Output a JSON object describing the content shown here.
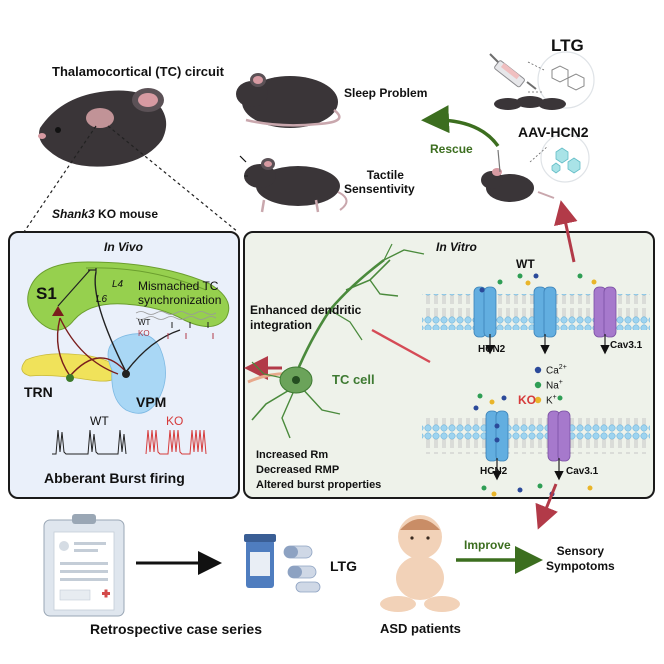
{
  "top": {
    "tc_circuit_title": "Thalamocortical (TC) circuit",
    "shank3_italic": "Shank3",
    "shank3_rest": " KO mouse",
    "sleep_problem": "Sleep Problem",
    "tactile_line1": "Tactile",
    "tactile_line2": "Sensentivity",
    "ltg": "LTG",
    "aav": "AAV-HCN2",
    "rescue": "Rescue"
  },
  "in_vivo": {
    "title": "In Vivo",
    "s1": "S1",
    "l4": "L4",
    "l6": "L6",
    "mismatch_line1": "Mismached TC",
    "mismatch_line2": "synchronization",
    "wt_small": "WT",
    "ko_small": "KO",
    "trn": "TRN",
    "vpm": "VPM",
    "wt_trace": "WT",
    "ko_trace": "KO",
    "burst": "Abberant Burst firing"
  },
  "in_vitro": {
    "title": "In Vitro",
    "wt": "WT",
    "ko": "KO",
    "enhanced_line1": "Enhanced dendritic",
    "enhanced_line2": "integration",
    "hcn2_top": "HCN2",
    "cav_top": "Cav3.1",
    "hcn2_bottom": "HCN2",
    "cav_bottom": "Cav3.1",
    "legend_ca": "Ca",
    "legend_ca_sup": "2+",
    "legend_na": "Na",
    "legend_na_sup": "+",
    "legend_k": "K",
    "legend_k_sup": "+",
    "tc_cell": "TC cell",
    "prop1": "Increased Rm",
    "prop2": "Decreased RMP",
    "prop3": "Altered burst properties"
  },
  "bottom": {
    "ltg": "LTG",
    "retro": "Retrospective case series",
    "asd": "ASD patients",
    "improve": "Improve",
    "sensory_line1": "Sensory",
    "sensory_line2": "Sympotoms"
  },
  "colors": {
    "green_arrow": "#3c6e1f",
    "red_arrow": "#b23a48",
    "s1_green": "#96d04e",
    "trn_yellow": "#f0e25a",
    "vpm_blue": "#a9d7f5",
    "membrane_head": "#9ed4f0",
    "hcn_channel": "#62aee0",
    "cav_channel": "#a679cc",
    "ca_dot": "#2b4a9a",
    "na_dot": "#2f9e55",
    "k_dot": "#e9b52a"
  }
}
